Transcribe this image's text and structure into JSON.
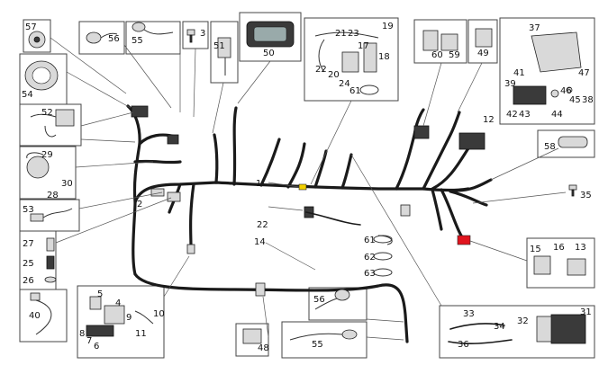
{
  "colors": {
    "harness": "#1a1a1a",
    "frame": "#444444",
    "accent_yellow": "#f2d000",
    "accent_red": "#e1141e",
    "part_fill": "#d9d9d9"
  },
  "labels": {
    "l1": "1",
    "l2": "2",
    "l3": "3",
    "l4": "4",
    "l5": "5",
    "l6": "6",
    "l7": "7",
    "l8": "8",
    "l9": "9",
    "l10": "10",
    "l11": "11",
    "l12": "12",
    "l13": "13",
    "l14": "14",
    "l15": "15",
    "l16": "16",
    "l17": "17",
    "l18": "18",
    "l19": "19",
    "l20": "20",
    "l21": "21",
    "l22": "22",
    "l22b": "22",
    "l23": "23",
    "l24": "24",
    "l25": "25",
    "l26": "26",
    "l27": "27",
    "l28": "28",
    "l29": "29",
    "l30": "30",
    "l31": "31",
    "l32": "32",
    "l33": "33",
    "l34": "34",
    "l35": "35",
    "l36": "36",
    "l37": "37",
    "l38": "38",
    "l39": "39",
    "l40": "40",
    "l41": "41",
    "l42": "42",
    "l43": "43",
    "l44": "44",
    "l45": "45",
    "l46": "46",
    "l47": "47",
    "l48": "48",
    "l49": "49",
    "l50": "50",
    "l51": "51",
    "l52": "52",
    "l53": "53",
    "l54": "54",
    "l55": "55",
    "l55b": "55",
    "l56": "56",
    "l56b": "56",
    "l57": "57",
    "l58": "58",
    "l59": "59",
    "l60": "60",
    "l61": "61",
    "l61b": "61",
    "l62": "62",
    "l63": "63"
  }
}
